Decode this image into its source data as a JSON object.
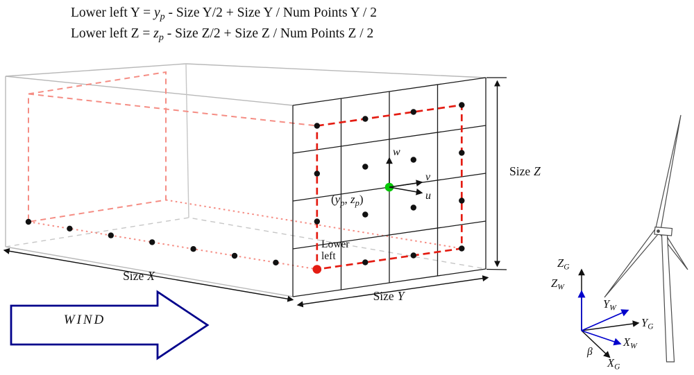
{
  "figure": {
    "title_formulas": [
      {
        "prefix": "Lower left Y = ",
        "var": "y",
        "sub": "p",
        "suffix": " - Size Y/2 + Size Y / Num Points Y / 2"
      },
      {
        "prefix": "Lower left Z = ",
        "var": "z",
        "sub": "p",
        "suffix": " - Size Z/2 + Size Z / Num Points Z / 2"
      }
    ],
    "dimensions": {
      "x": {
        "word": "Size",
        "axis": "X"
      },
      "y": {
        "word": "Size",
        "axis": "Y"
      },
      "z": {
        "word": "Size",
        "axis": "Z"
      }
    },
    "wind_label": "WIND",
    "lower_left": {
      "line1": "Lower",
      "line2": "left"
    },
    "probe_label": {
      "open": "(",
      "var1": "y",
      "sub1": "p",
      "sep": ", ",
      "var2": "z",
      "sub2": "p",
      "close": ")"
    },
    "local_axes": {
      "u": "u",
      "v": "v",
      "w": "w"
    },
    "frames": {
      "zg": {
        "axis": "Z",
        "sub": "G"
      },
      "zw": {
        "axis": "Z",
        "sub": "W"
      },
      "yg": {
        "axis": "Y",
        "sub": "G"
      },
      "yw": {
        "axis": "Y",
        "sub": "W"
      },
      "xw": {
        "axis": "X",
        "sub": "W"
      },
      "xg": {
        "axis": "X",
        "sub": "G"
      },
      "beta": "β"
    },
    "colors": {
      "grid_red": "#e41c12",
      "sweep_red": "#f58d84",
      "probe_green": "#06c806",
      "wind_navy": "#00008b",
      "frame_blue": "#0202cc",
      "wireframe_gray": "#b8b8b8"
    }
  }
}
